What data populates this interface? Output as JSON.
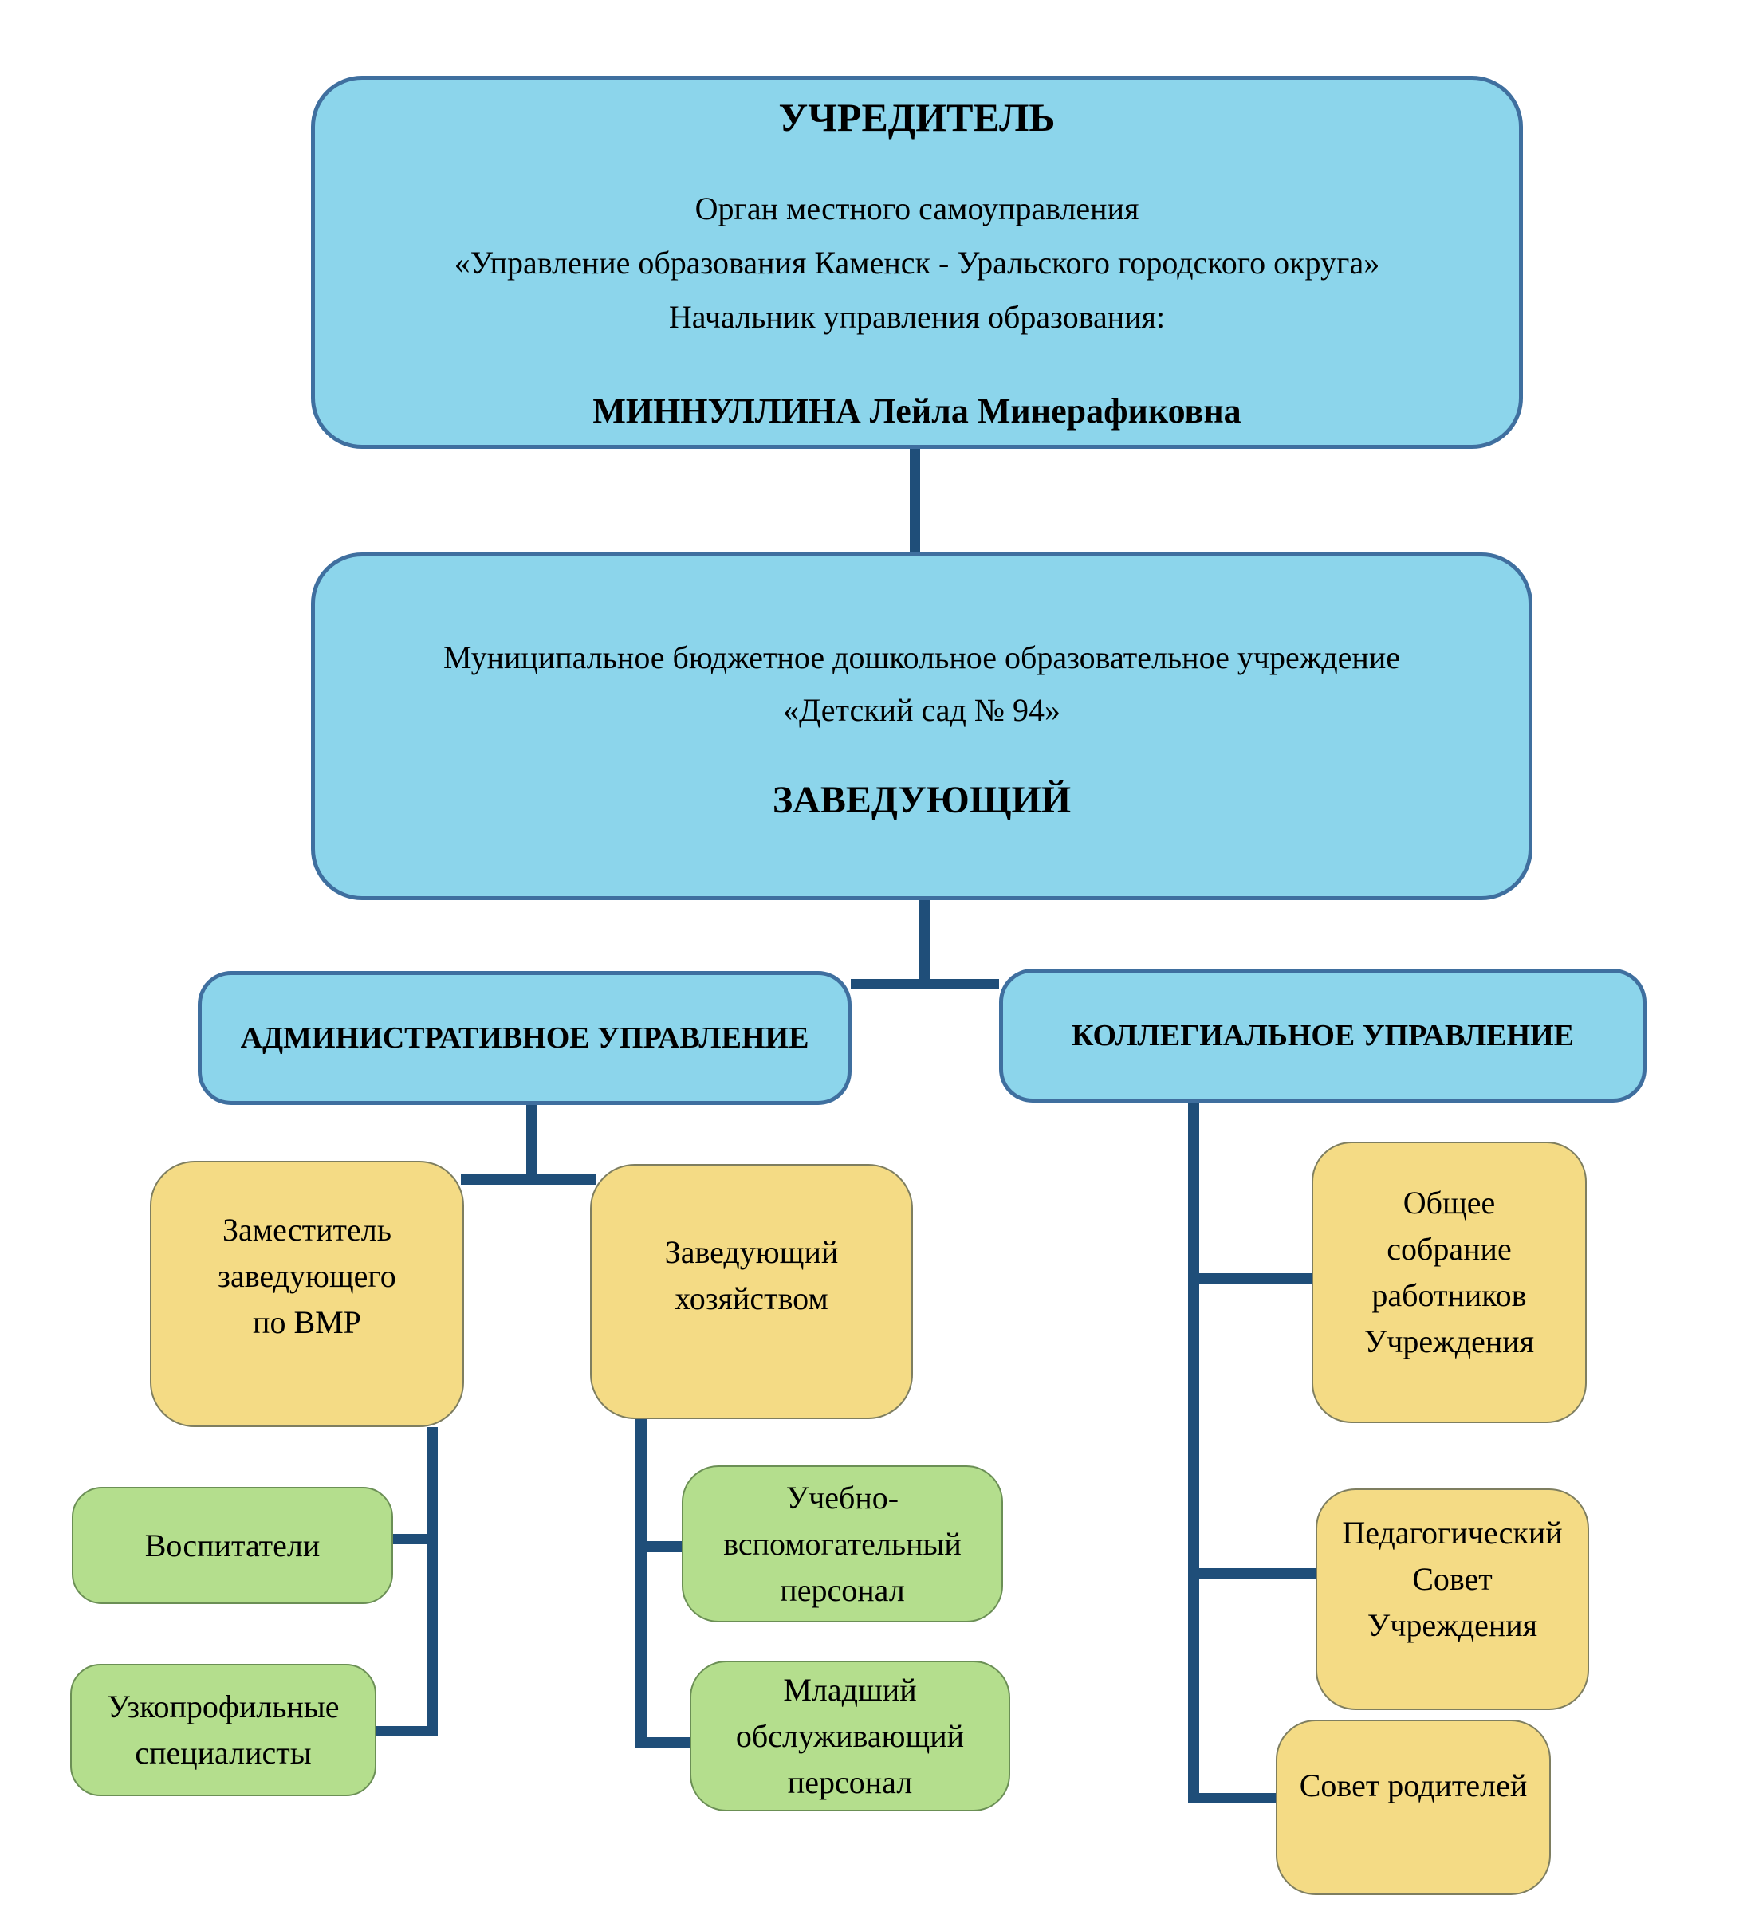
{
  "colors": {
    "blue_fill": "#8CD5EB",
    "blue_border": "#3F6F9F",
    "yellow_fill": "#F4DB85",
    "yellow_border": "#7E7E60",
    "green_fill": "#B4DE8D",
    "green_border": "#6B8F55",
    "connector": "#1F4E79",
    "text": "#000000"
  },
  "founder": {
    "title": "УЧРЕДИТЕЛЬ",
    "line1": "Орган местного самоуправления",
    "line2": "«Управление образования Каменск - Уральского городского округа»",
    "line3": "Начальник управления образования:",
    "name": "МИННУЛЛИНА Лейла Минерафиковна"
  },
  "institution": {
    "line1": "Муниципальное бюджетное дошкольное образовательное учреждение",
    "line2": "«Детский сад № 94»",
    "title": "ЗАВЕДУЮЩИЙ"
  },
  "branches": {
    "admin": {
      "title": "АДМИНИСТРАТИВНОЕ УПРАВЛЕНИЕ"
    },
    "collegial": {
      "title": "КОЛЛЕГИАЛЬНОЕ УПРАВЛЕНИЕ"
    }
  },
  "admin_nodes": {
    "deputy": "Заместитель\nзаведующего\nпо ВМР",
    "steward": "Заведующий\nхозяйством",
    "educators": "Воспитатели",
    "specialists": "Узкопрофильные\nспециалисты",
    "support_staff": "Учебно-\nвспомогательный\nперсонал",
    "junior_staff": "Младший\nобслуживающий\nперсонал"
  },
  "collegial_nodes": {
    "general_meeting": "Общее\nсобрание\nработников\nУчреждения",
    "pedagogical_council": "Педагогический\nСовет\nУчреждения",
    "parents_council": "Совет родителей"
  }
}
